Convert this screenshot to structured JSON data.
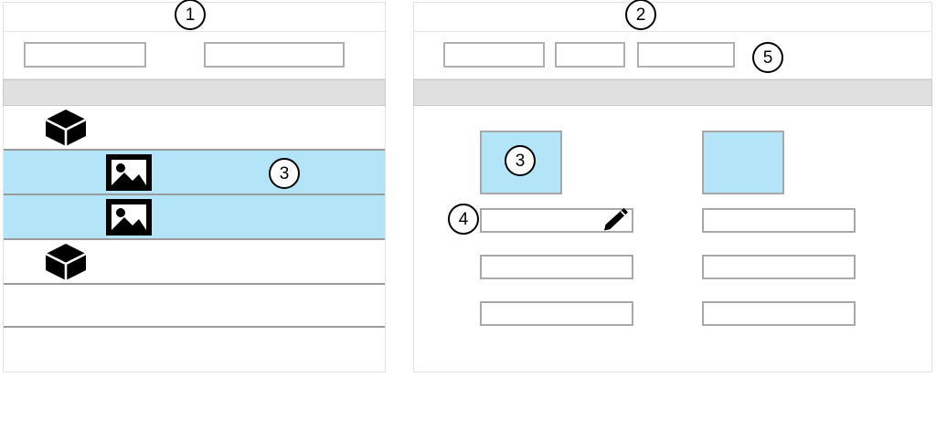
{
  "meta": {
    "view_kind": "wireframe-mockup",
    "colors": {
      "selection_blue": "#b3e4f8",
      "header_gray": "#e0e0e0",
      "border_gray": "#a8a8a8",
      "row_divider": "#9a9a9a",
      "panel_border": "#e2e2e2",
      "icon_black": "#000000",
      "callout_outline": "#000000"
    }
  },
  "left_panel": {
    "name": "list-panel",
    "callout": "1",
    "titlebar": {
      "label": ""
    },
    "toolbar": {
      "boxes": [
        {
          "name": "toolbar-box-1",
          "label": ""
        },
        {
          "name": "toolbar-box-2",
          "label": ""
        }
      ]
    },
    "column_header": {
      "label": ""
    },
    "rows": [
      {
        "name": "row-1",
        "icon": "cube-icon",
        "selected": false,
        "label": "",
        "callout": ""
      },
      {
        "name": "row-2",
        "icon": "picture-icon",
        "selected": true,
        "label": "",
        "callout": "3"
      },
      {
        "name": "row-3",
        "icon": "picture-icon",
        "selected": true,
        "label": "",
        "callout": ""
      },
      {
        "name": "row-4",
        "icon": "cube-icon",
        "selected": false,
        "label": "",
        "callout": ""
      },
      {
        "name": "row-5",
        "icon": "",
        "selected": false,
        "label": "",
        "callout": ""
      },
      {
        "name": "row-6",
        "icon": "",
        "selected": false,
        "label": "",
        "callout": ""
      }
    ]
  },
  "right_panel": {
    "name": "detail-panel",
    "callout": "2",
    "titlebar": {
      "label": ""
    },
    "toolbar": {
      "callout": "5",
      "boxes": [
        {
          "name": "toolbar-box-1",
          "label": ""
        },
        {
          "name": "toolbar-box-2",
          "label": ""
        },
        {
          "name": "toolbar-box-3",
          "label": ""
        }
      ]
    },
    "column_header": {
      "label": ""
    },
    "thumbnails": [
      {
        "name": "thumbnail-1",
        "callout": "3",
        "label": ""
      },
      {
        "name": "thumbnail-2",
        "callout": "",
        "label": ""
      }
    ],
    "fields": [
      {
        "name": "field-left-1",
        "value": "",
        "placeholder": "",
        "icon": "pencil-icon",
        "callout": "4"
      },
      {
        "name": "field-right-1",
        "value": "",
        "placeholder": "",
        "icon": "",
        "callout": ""
      },
      {
        "name": "field-left-2",
        "value": "",
        "placeholder": "",
        "icon": "",
        "callout": ""
      },
      {
        "name": "field-right-2",
        "value": "",
        "placeholder": "",
        "icon": "",
        "callout": ""
      },
      {
        "name": "field-left-3",
        "value": "",
        "placeholder": "",
        "icon": "",
        "callout": ""
      },
      {
        "name": "field-right-3",
        "value": "",
        "placeholder": "",
        "icon": "",
        "callout": ""
      }
    ]
  }
}
